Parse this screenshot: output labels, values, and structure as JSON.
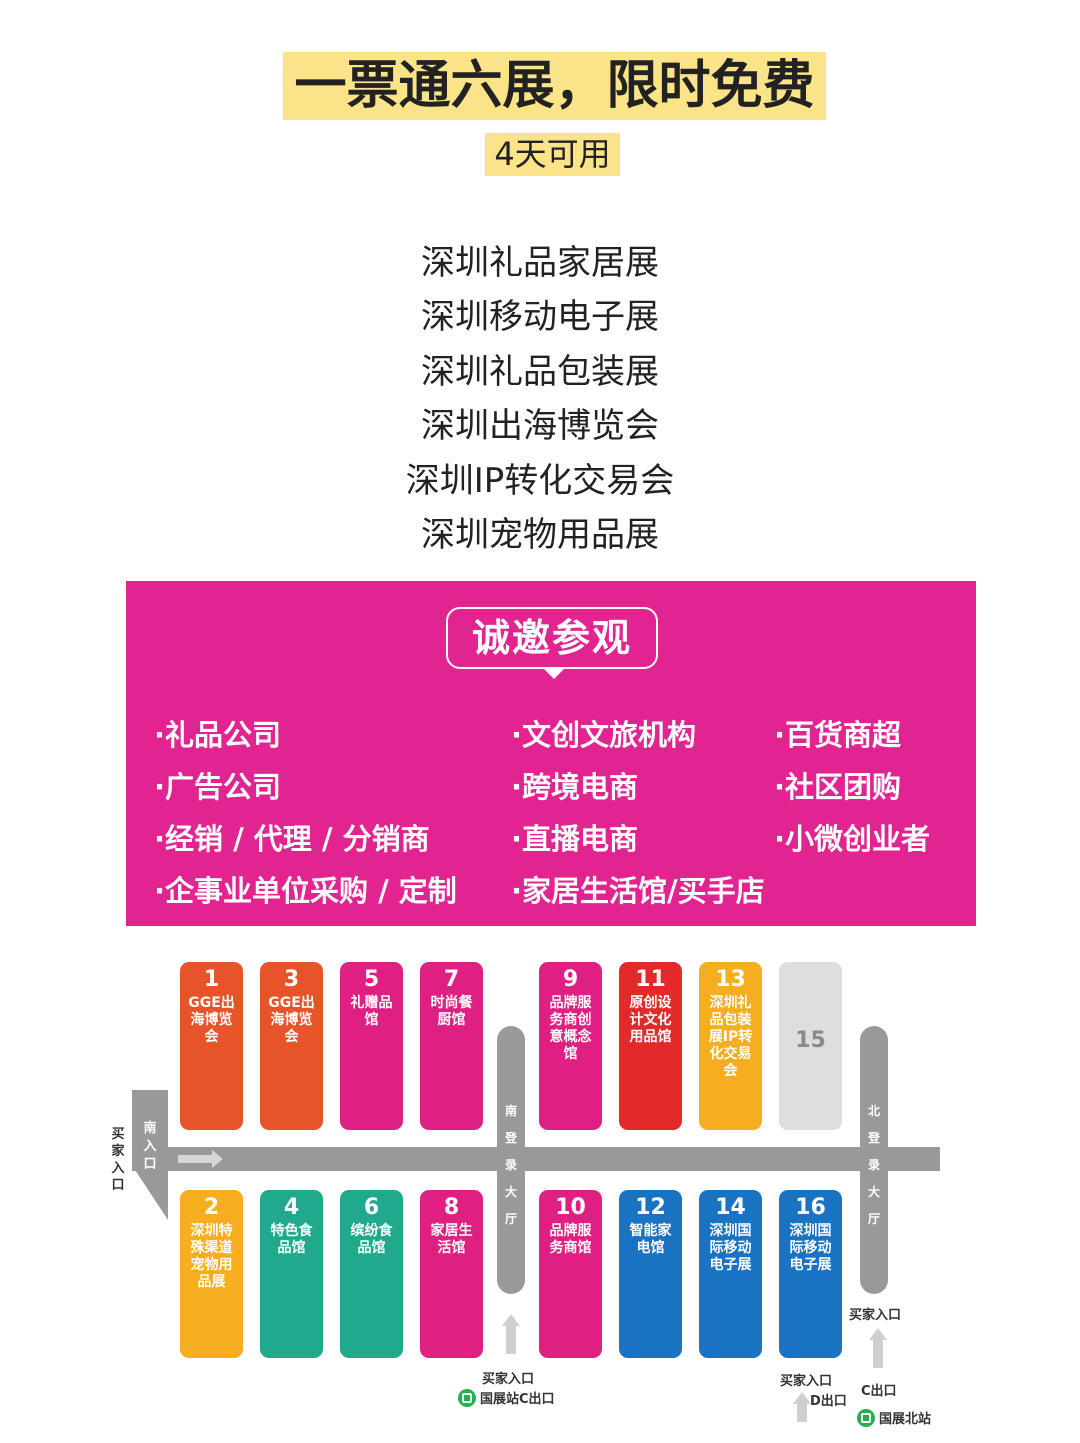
{
  "header": {
    "title": "一票通六展，限时免费",
    "subtitle": "4天可用"
  },
  "expos": [
    "深圳礼品家居展",
    "深圳移动电子展",
    "深圳礼品包装展",
    "深圳出海博览会",
    "深圳IP转化交易会",
    "深圳宠物用品展"
  ],
  "invite": {
    "title": "诚邀参观",
    "col1": [
      "·礼品公司",
      "·广告公司",
      "·经销 / 代理 / 分销商",
      "·企事业单位采购 / 定制"
    ],
    "col2": [
      "·文创文旅机构",
      "·跨境电商",
      "·直播电商",
      "·家居生活馆/买手店"
    ],
    "col3": [
      "·百货商超",
      "·社区团购",
      "·小微创业者"
    ]
  },
  "colors": {
    "highlight": "#fbe487",
    "invite_bg": "#e1248f",
    "road": "#999999"
  },
  "map": {
    "halls_top": [
      {
        "num": "1",
        "name": "GGE出海博览会",
        "color": "#e8542a"
      },
      {
        "num": "3",
        "name": "GGE出海博览会",
        "color": "#e8542a"
      },
      {
        "num": "5",
        "name": "礼赠品馆",
        "color": "#e01f83"
      },
      {
        "num": "7",
        "name": "时尚餐厨馆",
        "color": "#e01f83"
      },
      {
        "num": "9",
        "name": "品牌服务商创意概念馆",
        "color": "#e01f83"
      },
      {
        "num": "11",
        "name": "原创设计文化用品馆",
        "color": "#e22a2b"
      },
      {
        "num": "13",
        "name": "深圳礼品包装展IP转化交易会",
        "color": "#f6ad1f"
      },
      {
        "num": "15",
        "name": "",
        "color": "#dedede"
      }
    ],
    "halls_bottom": [
      {
        "num": "2",
        "name": "深圳特殊渠道宠物用品展",
        "color": "#f6ad1f"
      },
      {
        "num": "4",
        "name": "特色食品馆",
        "color": "#20a98d"
      },
      {
        "num": "6",
        "name": "缤纷食品馆",
        "color": "#20a98d"
      },
      {
        "num": "8",
        "name": "家居生活馆",
        "color": "#e01f83"
      },
      {
        "num": "10",
        "name": "品牌服务商馆",
        "color": "#e01f83"
      },
      {
        "num": "12",
        "name": "智能家电馆",
        "color": "#1a73c2"
      },
      {
        "num": "14",
        "name": "深圳国际移动电子展",
        "color": "#1a73c2"
      },
      {
        "num": "16",
        "name": "深圳国际移动电子展",
        "color": "#1a73c2"
      }
    ],
    "south_lobby": "南登录大厅",
    "north_lobby": "北登录大厅",
    "south_gate": "南入口",
    "buyer_entrance_side": "买家入口",
    "buyer_entrance_c": "买家入口",
    "metro_c": "国展站C出口",
    "buyer_entrance_d": "买家入口",
    "exit_d": "D出口",
    "exit_c": "C出口",
    "buyer_entrance_north": "买家入口",
    "metro_north": "国展北站"
  }
}
